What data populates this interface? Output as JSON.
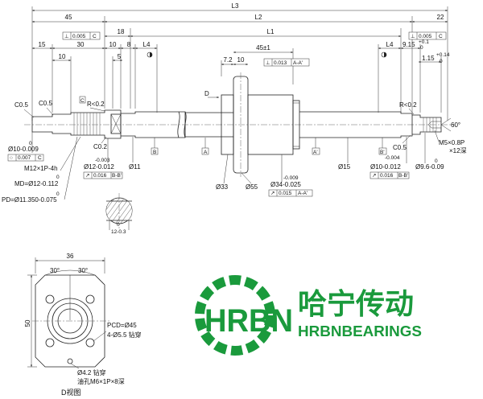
{
  "dims_top": {
    "L3": "L3",
    "L2": "L2",
    "L1": "L1",
    "d45": "45",
    "d22": "22",
    "d18": "18",
    "L4a": "L4",
    "L4b": "L4",
    "d15": "15",
    "d30": "30",
    "d10a": "10",
    "d10b": "10",
    "d8": "8",
    "d5": "5",
    "d10c": "10",
    "d7_2": "7.2",
    "d45pm1": "45±1",
    "d9_15": "9.15",
    "d9_15_tol": "+0.1\n0",
    "d1_15": "1.15",
    "d1_15_tol_up": "+0.14",
    "d1_15_tol_lo": "0"
  },
  "tolerances": {
    "perp_left": "0.005",
    "perp_left_ref": "C",
    "perp_right": "0.005",
    "perp_right_ref": "C",
    "flange_perp": "0.013",
    "flange_perp_ref": "A-A'",
    "circ_left": "0.007",
    "circ_left_ref": "C",
    "runout_left": "0.016",
    "runout_left_ref": "B-B'",
    "runout_right": "0.016",
    "runout_right_ref": "B-B'",
    "runout_flange": "0.015",
    "runout_flange_ref": "A-A'"
  },
  "labels": {
    "c05_a": "C0.5",
    "c05_b": "C0.5",
    "c02": "C0.2",
    "c05_r": "C0.5",
    "r02_l": "R<0.2",
    "r02_r": "R<0.2",
    "d_left": "Ø10-0.009",
    "d_left_top": "0",
    "thread": "M12×1P-4h",
    "md": "MD=Ø12-0.112",
    "md_top": "0",
    "pd": "PD=Ø11.350-0.075",
    "pd_top": "0",
    "d12": "Ø12-0.012",
    "d12_top": "-0.003",
    "d11": "Ø11",
    "d33": "Ø33",
    "d55": "Ø55",
    "d34": "Ø34-0.025",
    "d34_top": "-0.009",
    "d15": "Ø15",
    "d10r": "Ø10-0.012",
    "d10r_top": "-0.004",
    "d96": "Ø9.6-0.09",
    "d96_top": "0",
    "m5": "M5×0.8P",
    "m5_depth": "×12深",
    "angle60": "60°",
    "section_w": "12-0.3",
    "section_w_top": "0",
    "D": "D",
    "A": "A",
    "A2": "A'",
    "B": "B",
    "B2": "B'",
    "C": "C"
  },
  "dview": {
    "w36": "36",
    "h50": "50",
    "ang1": "30°",
    "ang2": "30°",
    "pcd": "PCD=Ø45",
    "holes": "4-Ø5.5 钻穿",
    "drill": "Ø4.2 钻穿",
    "oil": "油孔M6×1P×8深",
    "caption": "D视图"
  },
  "brand": {
    "latin": "HRBN",
    "cn": "哈宁传动",
    "sub": "HRBNBEARINGS",
    "color": "#1a9a3c"
  }
}
